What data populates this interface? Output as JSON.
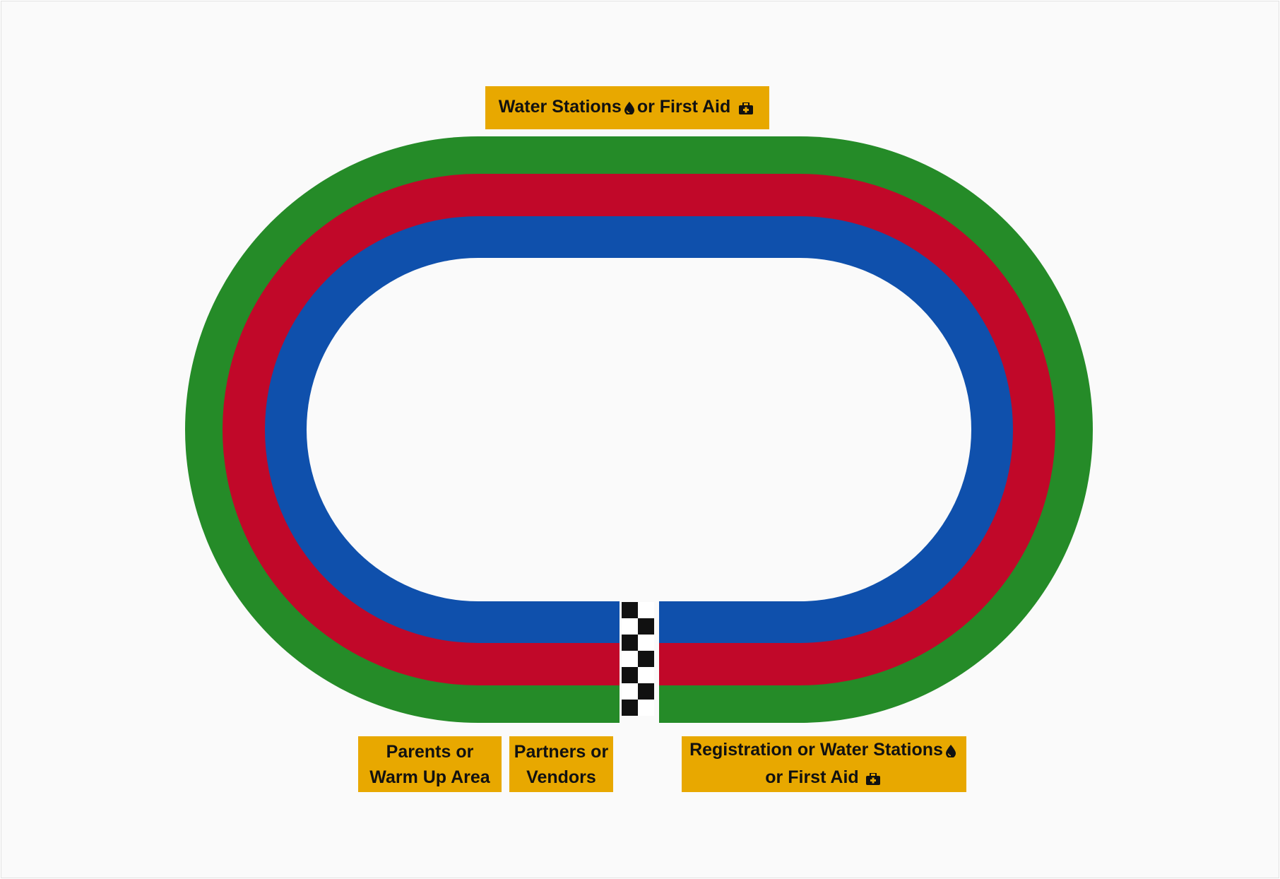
{
  "colors": {
    "background": "#fafafa",
    "outer_lane": "#258b28",
    "middle_lane": "#c10829",
    "inner_lane": "#0f50ac",
    "label_bg": "#e8a800",
    "label_text": "#111111"
  },
  "labels": {
    "top": {
      "text_a": "Water Stations",
      "icon_a": "water-drop-icon",
      "text_b": "or First Aid",
      "icon_b": "first-aid-kit-icon"
    },
    "bottom_left": {
      "line1": "Parents or",
      "line2": "Warm Up Area"
    },
    "bottom_center": {
      "line1": "Partners or",
      "line2": "Vendors"
    },
    "bottom_right": {
      "line1_text": "Registration or Water Stations",
      "line1_icon": "water-drop-icon",
      "line2_text": "or First Aid",
      "line2_icon": "first-aid-kit-icon"
    }
  },
  "finish_line": {
    "pattern": "checkered",
    "icon": "checkered-flag-icon"
  }
}
